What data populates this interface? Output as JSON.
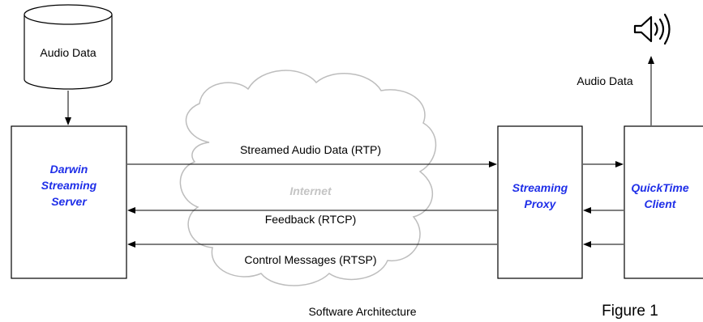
{
  "colors": {
    "component_label": "#1f2fe8",
    "internet_label": "#c4c4c4",
    "cloud_outline": "#bdbdbd",
    "line": "#000000"
  },
  "database": {
    "label": "Audio Data"
  },
  "speaker": {
    "icon": "speaker-icon"
  },
  "client_output_label": "Audio Data",
  "internet_label": "Internet",
  "components": {
    "server": {
      "line1": "Darwin",
      "line2": "Streaming",
      "line3": "Server"
    },
    "proxy": {
      "line1": "Streaming",
      "line2": "Proxy"
    },
    "client": {
      "line1": "QuickTime",
      "line2": "Client"
    }
  },
  "flows": {
    "rtp": "Streamed Audio Data (RTP)",
    "rtcp": "Feedback (RTCP)",
    "rtsp": "Control Messages (RTSP)"
  },
  "captions": {
    "title": "Software Architecture",
    "figure": "Figure 1"
  }
}
